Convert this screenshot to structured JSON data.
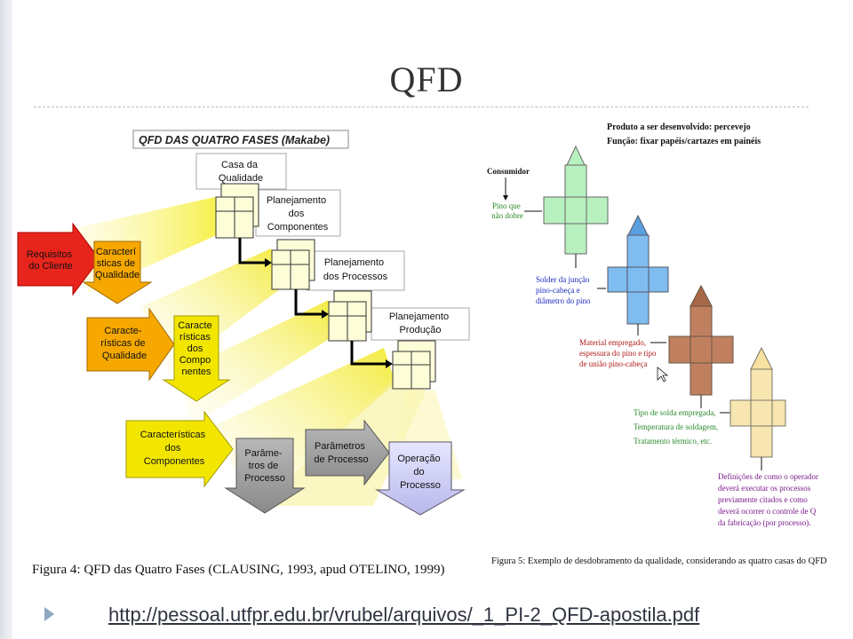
{
  "slide": {
    "title": "QFD",
    "link": "http://pessoal.utfpr.edu.br/vrubel/arquivos/_1_PI-2_QFD-apostila.pdf"
  },
  "left_figure": {
    "heading": "QFD DAS QUATRO FASES (Makabe)",
    "houses": [
      {
        "label": [
          "Casa da",
          "Qualidade"
        ]
      },
      {
        "label": [
          "Planejamento",
          "dos",
          "Componentes"
        ]
      },
      {
        "label": [
          "Planejamento",
          "dos Processos"
        ]
      },
      {
        "label": [
          "Planejamento",
          "Produção"
        ]
      }
    ],
    "arrows": [
      {
        "label": [
          "Requisitos",
          "do Cliente"
        ],
        "color": "#e8251c"
      },
      {
        "label": [
          "Caracterí",
          "sticas de",
          "Qualidade"
        ],
        "color": "#f6a800"
      },
      {
        "label": [
          "Caracte-",
          "rísticas de",
          "Qualidade"
        ],
        "color": "#f6a800"
      },
      {
        "label": [
          "Caracte",
          "rísticas",
          "dos",
          "Compo",
          "nentes"
        ],
        "color": "#f2e600"
      },
      {
        "label": [
          "Características",
          "dos",
          "Componentes"
        ],
        "color": "#f2e600"
      },
      {
        "label": [
          "Parâme-",
          "tros de",
          "Processo"
        ],
        "color": "#9a9a9a"
      },
      {
        "label": [
          "Parâmetros",
          "de Processo"
        ],
        "color": "#9a9a9a"
      },
      {
        "label": [
          "Operação",
          "do",
          "Processo"
        ],
        "color": "#c8c8f0"
      }
    ],
    "caption": "Figura 4: QFD das Quatro Fases (CLAUSING, 1993, apud OTELINO, 1999)"
  },
  "right_figure": {
    "header_line1": "Produto a ser desenvolvido: percevejo",
    "header_line2": "Função: fixar papéis/cartazes em painéis",
    "consumer_label": "Consumidor",
    "notes": [
      {
        "lines": [
          "Pino que",
          "não dobre"
        ],
        "color": "#2a8a2a"
      },
      {
        "lines": [
          "Solder da junção",
          "pino-cabeça e",
          "diâmetro do pino"
        ],
        "color": "#1a2ac0"
      },
      {
        "lines": [
          "Material empregado,",
          "espessura do pino  e tipo",
          "de união pino-cabeça"
        ],
        "color": "#b01a1a"
      },
      {
        "lines": [
          "Tipo de solda empregada,",
          "Temperatura de soldagem,",
          "Tratamento térmico, etc."
        ],
        "color": "#2a8a2a"
      },
      {
        "lines": [
          "Definições de como o operador",
          "deverá executar os processos",
          "previamente citados e como",
          "deverá ocorrer o controle de Q",
          "da fabricação (por processo)."
        ],
        "color": "#7a1a8a"
      }
    ],
    "crosses": [
      {
        "fill": "#b9f0c0",
        "tip": "#b9f0c0"
      },
      {
        "fill": "#7fbcf0",
        "tip": "#5aa0e0"
      },
      {
        "fill": "#c08060",
        "tip": "#a86848"
      },
      {
        "fill": "#f8e6b0",
        "tip": "#f8e0a0"
      }
    ],
    "caption": "Figura 5: Exemplo de desdobramento da qualidade, considerando as quatro casas do QFD"
  }
}
